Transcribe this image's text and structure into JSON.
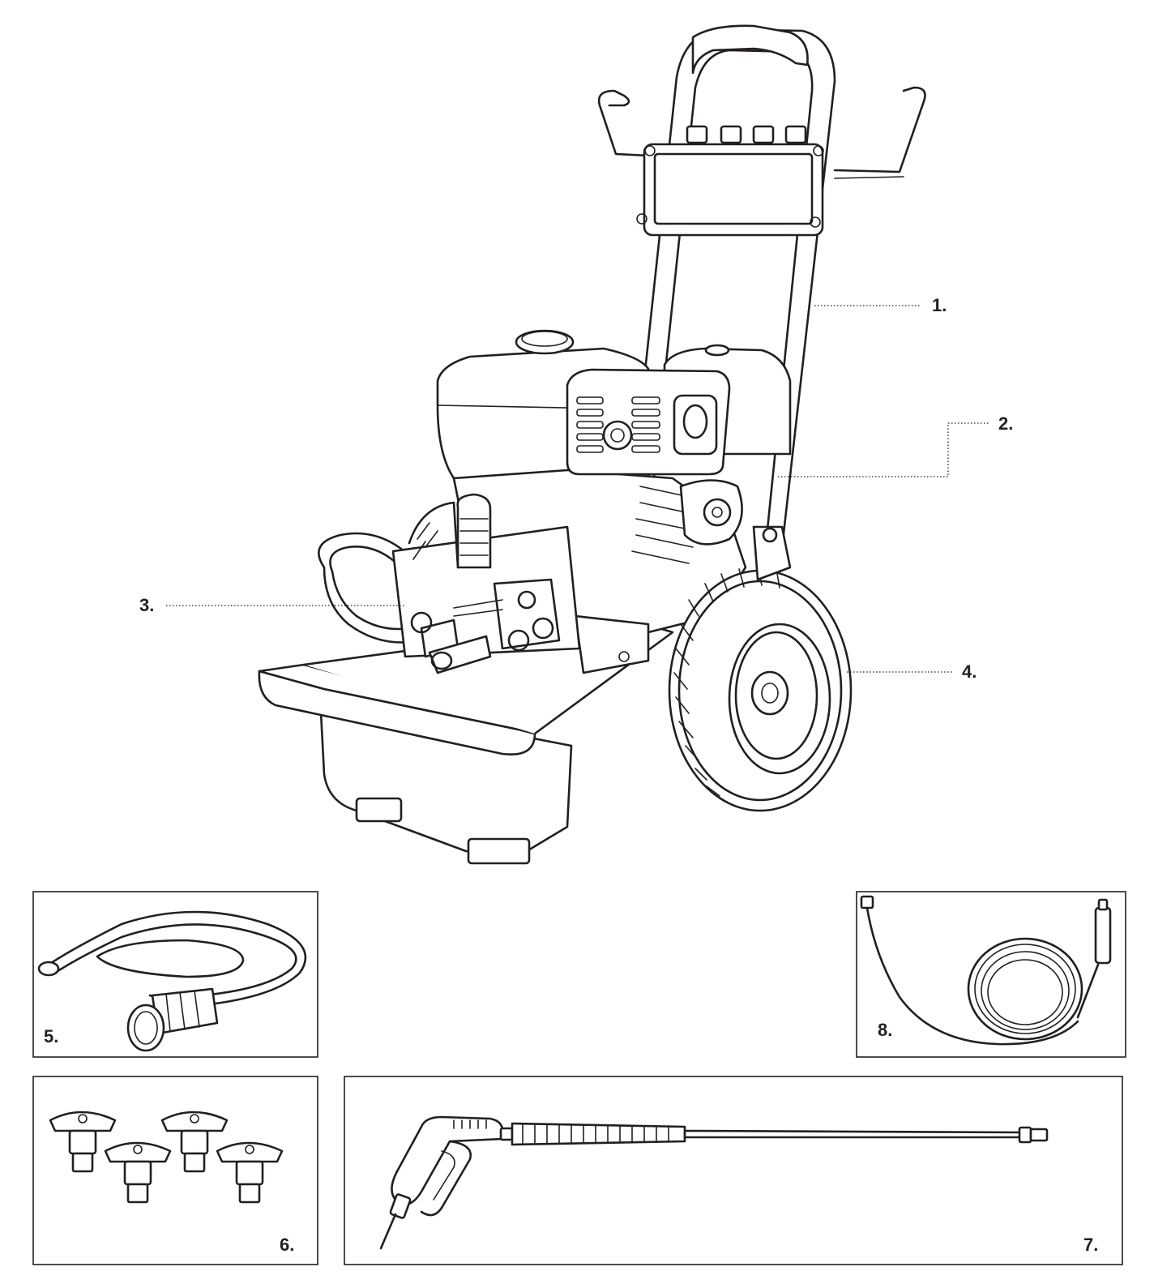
{
  "callouts": {
    "c1": "1.",
    "c2": "2.",
    "c3": "3.",
    "c4": "4.",
    "c5": "5.",
    "c6": "6.",
    "c7": "7.",
    "c8": "8."
  },
  "colors": {
    "ink": "#231f20",
    "paper": "#ffffff"
  }
}
